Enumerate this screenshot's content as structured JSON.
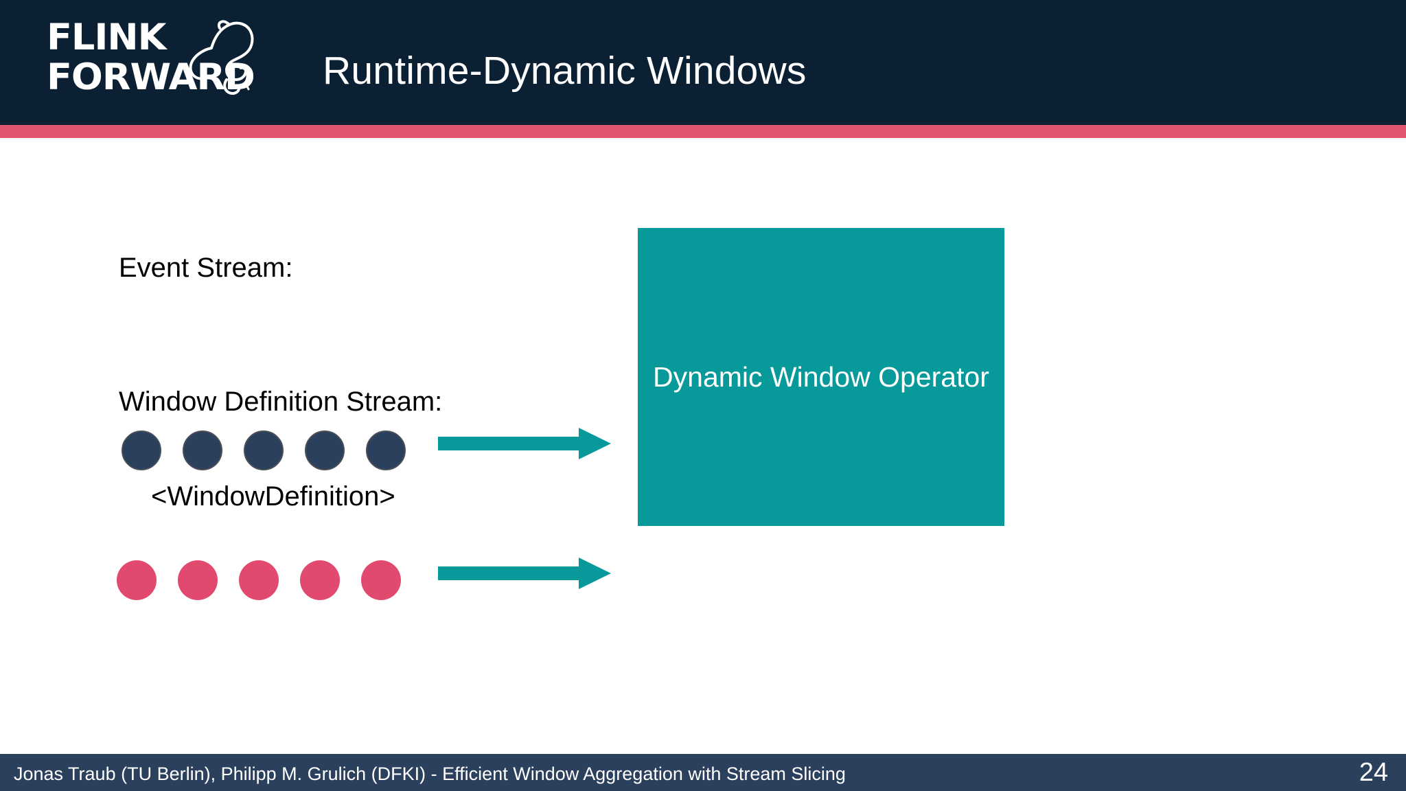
{
  "header": {
    "background_color": "#0b2033",
    "accent_color": "#e05570",
    "logo": {
      "text": "FLINK\nFORWARD",
      "icon": "squirrel-icon"
    },
    "title": "Runtime-Dynamic Windows"
  },
  "slide": {
    "background_color": "#ffffff",
    "labels": {
      "event_stream": "Event Stream:",
      "window_definition_stream": "Window Definition Stream:",
      "window_definition_type": "<WindowDefinition>"
    },
    "event_dots": {
      "count": 5,
      "color": "#2b405c",
      "items": [
        "event-1",
        "event-2",
        "event-3",
        "event-4",
        "event-5"
      ]
    },
    "definition_dots": {
      "count": 5,
      "color": "#e2496e",
      "items": [
        "definition-1",
        "definition-2",
        "definition-3",
        "definition-4",
        "definition-5"
      ]
    },
    "arrows": {
      "color": "#089a9a",
      "items": [
        "event-stream-arrow",
        "window-definition-stream-arrow"
      ]
    },
    "operator": {
      "label": "Dynamic Window Operator",
      "color": "#089a9a",
      "text_color": "#ffffff"
    }
  },
  "footer": {
    "background_color": "#2b405c",
    "text": "Jonas Traub (TU Berlin), Philipp M. Grulich (DFKI) - Efficient Window Aggregation with Stream Slicing",
    "page_number": "24"
  }
}
